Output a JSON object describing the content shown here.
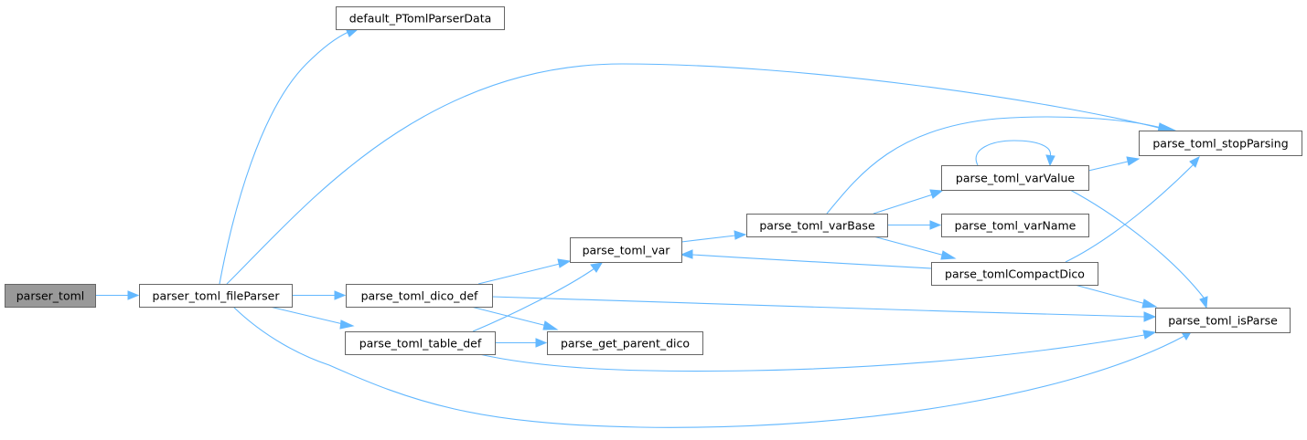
{
  "graph": {
    "nodes": [
      {
        "id": "parser_toml",
        "label": "parser_toml",
        "root": true
      },
      {
        "id": "parser_toml_fileParser",
        "label": "parser_toml_fileParser"
      },
      {
        "id": "default_PTomlParserData",
        "label": "default_PTomlParserData"
      },
      {
        "id": "parse_toml_dico_def",
        "label": "parse_toml_dico_def"
      },
      {
        "id": "parse_toml_table_def",
        "label": "parse_toml_table_def"
      },
      {
        "id": "parse_toml_var",
        "label": "parse_toml_var"
      },
      {
        "id": "parse_get_parent_dico",
        "label": "parse_get_parent_dico"
      },
      {
        "id": "parse_toml_varBase",
        "label": "parse_toml_varBase"
      },
      {
        "id": "parse_toml_varValue",
        "label": "parse_toml_varValue"
      },
      {
        "id": "parse_toml_varName",
        "label": "parse_toml_varName"
      },
      {
        "id": "parse_tomlCompactDico",
        "label": "parse_tomlCompactDico"
      },
      {
        "id": "parse_toml_stopParsing",
        "label": "parse_toml_stopParsing"
      },
      {
        "id": "parse_toml_isParse",
        "label": "parse_toml_isParse"
      }
    ],
    "edges": [
      {
        "from": "parser_toml",
        "to": "parser_toml_fileParser"
      },
      {
        "from": "parser_toml_fileParser",
        "to": "default_PTomlParserData"
      },
      {
        "from": "parser_toml_fileParser",
        "to": "parse_toml_stopParsing"
      },
      {
        "from": "parser_toml_fileParser",
        "to": "parse_toml_dico_def"
      },
      {
        "from": "parser_toml_fileParser",
        "to": "parse_toml_table_def"
      },
      {
        "from": "parser_toml_fileParser",
        "to": "parse_toml_isParse"
      },
      {
        "from": "parse_toml_dico_def",
        "to": "parse_toml_var"
      },
      {
        "from": "parse_toml_dico_def",
        "to": "parse_get_parent_dico"
      },
      {
        "from": "parse_toml_dico_def",
        "to": "parse_toml_isParse"
      },
      {
        "from": "parse_toml_table_def",
        "to": "parse_toml_var"
      },
      {
        "from": "parse_toml_table_def",
        "to": "parse_get_parent_dico"
      },
      {
        "from": "parse_toml_table_def",
        "to": "parse_toml_isParse"
      },
      {
        "from": "parse_toml_var",
        "to": "parse_toml_varBase"
      },
      {
        "from": "parse_toml_varBase",
        "to": "parse_toml_stopParsing"
      },
      {
        "from": "parse_toml_varBase",
        "to": "parse_toml_varValue"
      },
      {
        "from": "parse_toml_varBase",
        "to": "parse_toml_varName"
      },
      {
        "from": "parse_toml_varBase",
        "to": "parse_tomlCompactDico"
      },
      {
        "from": "parse_toml_varValue",
        "to": "parse_toml_varValue"
      },
      {
        "from": "parse_toml_varValue",
        "to": "parse_toml_stopParsing"
      },
      {
        "from": "parse_toml_varValue",
        "to": "parse_toml_isParse"
      },
      {
        "from": "parse_tomlCompactDico",
        "to": "parse_toml_var"
      },
      {
        "from": "parse_tomlCompactDico",
        "to": "parse_toml_stopParsing"
      },
      {
        "from": "parse_tomlCompactDico",
        "to": "parse_toml_isParse"
      }
    ]
  },
  "colors": {
    "edge": "#63b8ff",
    "node_border": "#666666",
    "node_fill": "#ffffff",
    "root_fill": "#999999"
  }
}
